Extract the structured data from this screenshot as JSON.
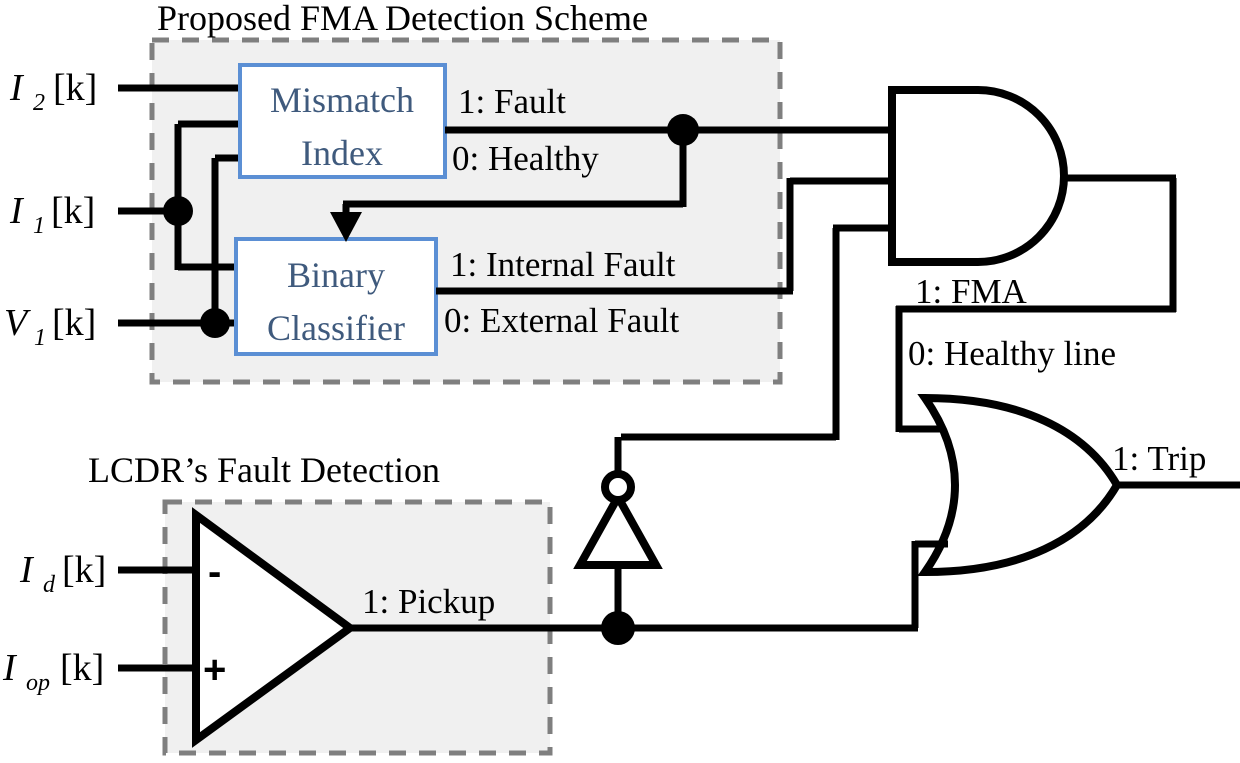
{
  "titles": {
    "proposed": "Proposed FMA Detection Scheme",
    "lcdr": "LCDR’s Fault Detection"
  },
  "inputs": {
    "i2": {
      "base": "I",
      "sub": "2",
      "index": "[k]"
    },
    "i1": {
      "base": "I",
      "sub": "1",
      "index": "[k]"
    },
    "v1": {
      "base": "V",
      "sub": "1",
      "index": "[k]"
    },
    "id": {
      "base": "I",
      "sub": "d",
      "index": "[k]"
    },
    "iop": {
      "base": "I",
      "sub": "op",
      "index": "[k]"
    }
  },
  "blocks": {
    "mismatch": {
      "line1": "Mismatch",
      "line2": "Index"
    },
    "classifier": {
      "line1": "Binary",
      "line2": "Classifier"
    }
  },
  "labels": {
    "mismatch_out_1": "1: Fault",
    "mismatch_out_0": "0: Healthy",
    "classifier_out_1": "1: Internal Fault",
    "classifier_out_0": "0: External Fault",
    "and_out_1": "1: FMA",
    "and_out_0": "0: Healthy line",
    "comparator_out": "1: Pickup",
    "or_out": "1: Trip"
  },
  "comparator": {
    "minus": "-",
    "plus": "+"
  },
  "colors": {
    "block_border": "#5b8fd4",
    "block_text": "#3f5a7d",
    "dashed_border": "#7f7f7f",
    "dashed_fill": "#f0f0f0",
    "wire": "#000000"
  },
  "gates": {
    "and": "and-gate",
    "or": "or-gate",
    "not": "not-gate-inverter",
    "comparator": "comparator-triangle"
  }
}
